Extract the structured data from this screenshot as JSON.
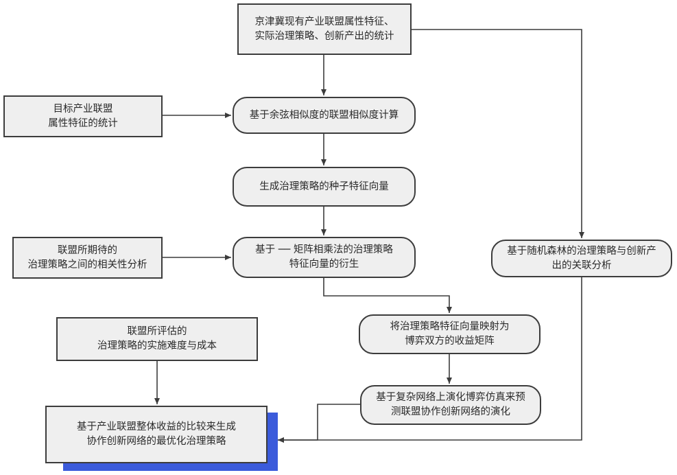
{
  "nodes": {
    "stats_current": {
      "line1": "京津冀现有产业联盟属性特征、",
      "line2": "实际治理策略、创新产出的统计"
    },
    "target_attr": {
      "line1": "目标产业联盟",
      "line2": "属性特征的统计"
    },
    "cosine_sim": {
      "line1": "基于余弦相似度的联盟相似度计算"
    },
    "seed_vector": {
      "line1": "生成治理策略的种子特征向量"
    },
    "expected_corr": {
      "line1": "联盟所期待的",
      "line2": "治理策略之间的相关性分析"
    },
    "matrix_derive": {
      "line1": "基于 ── 矩阵相乘法的治理策略",
      "line2": "特征向量的衍生"
    },
    "random_forest": {
      "line1": "基于随机森林的治理策略与创新产",
      "line2": "出的关联分析"
    },
    "payoff_matrix": {
      "line1": "将治理策略特征向量映射为",
      "line2": "博弈双方的收益矩阵"
    },
    "cost_eval": {
      "line1": "联盟所评估的",
      "line2": "治理策略的实施难度与成本"
    },
    "evolution_sim": {
      "line1": "基于复杂网络上演化博弈仿真来预",
      "line2": "测联盟协作创新网络的演化"
    },
    "optimal_strategy": {
      "line1": "基于产业联盟整体收益的比较来生成",
      "line2": "协作创新网络的最优化治理策略"
    }
  },
  "colors": {
    "box_fill": "#efefef",
    "border": "#3c3c3c",
    "shadow": "#3b5bdb"
  }
}
